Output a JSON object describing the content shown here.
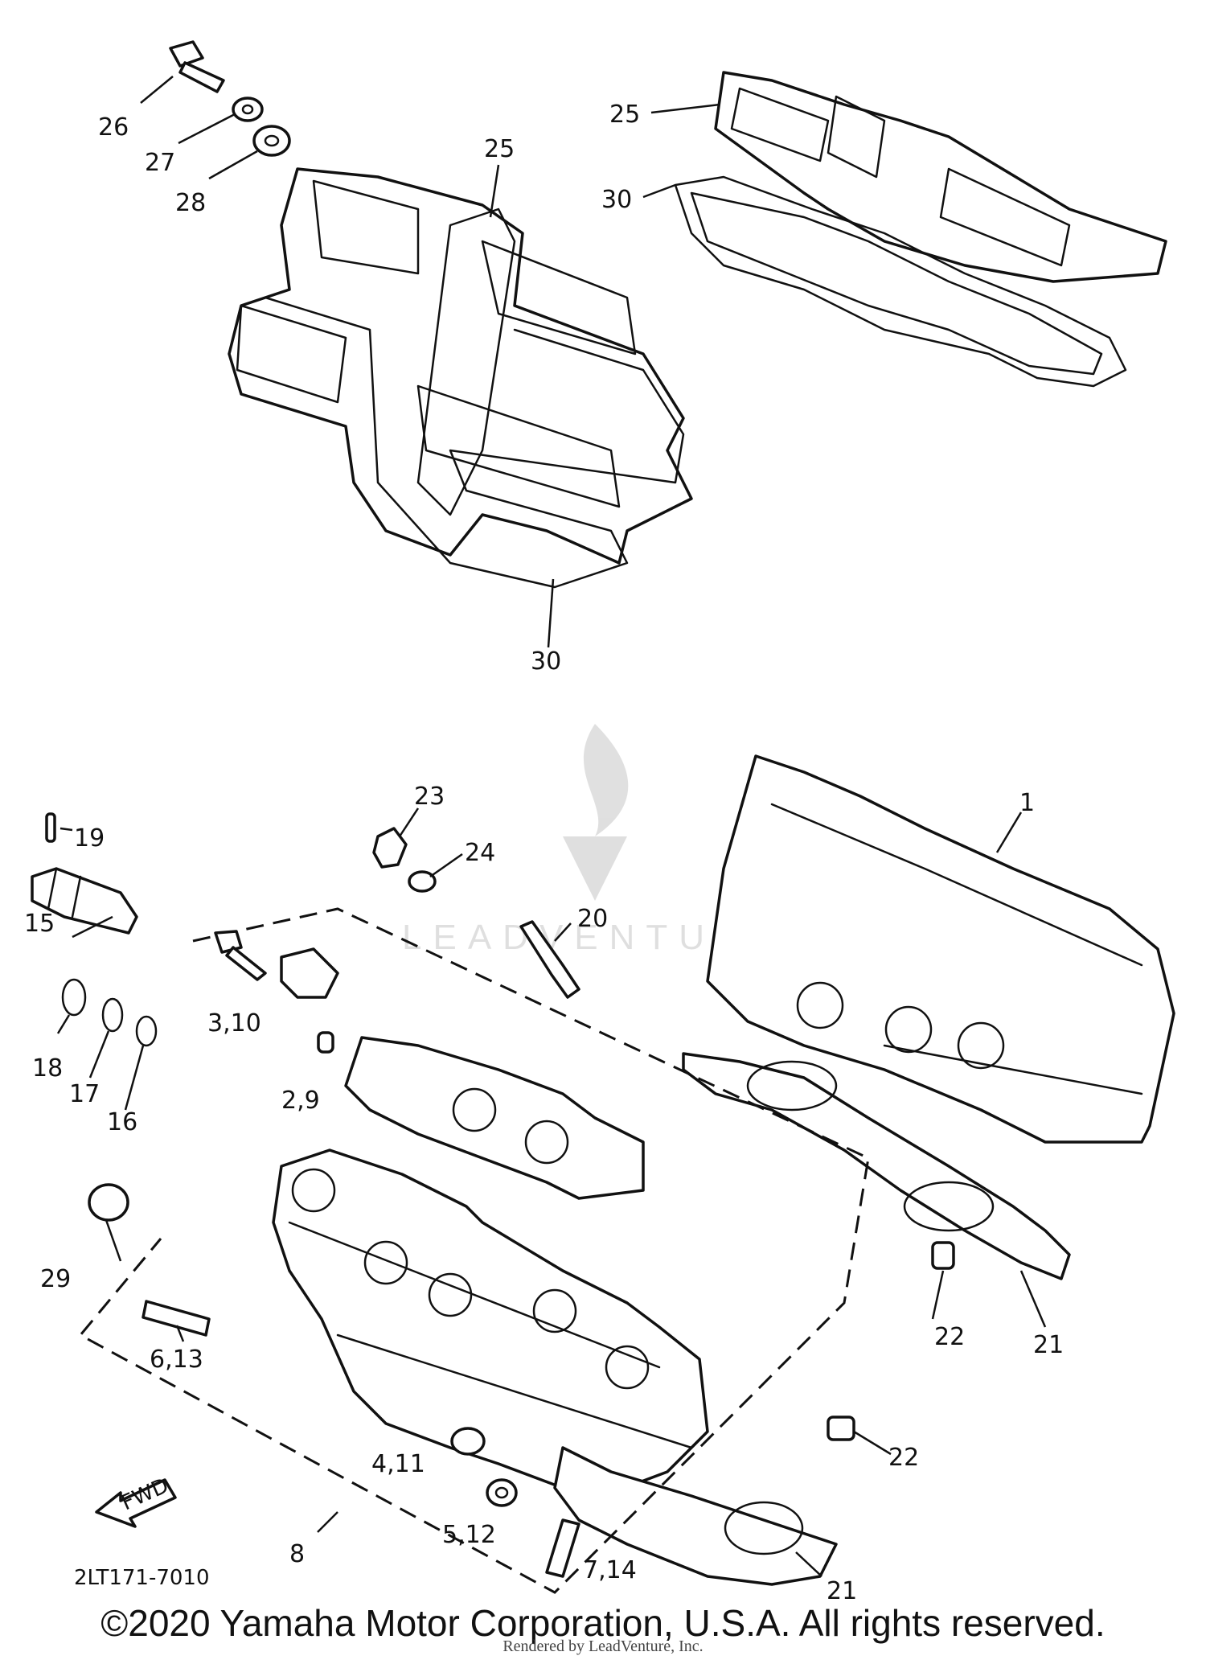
{
  "diagram_code": "2LT171-7010",
  "copyright": "©2020 Yamaha Motor Corporation, U.S.A. All rights reserved.",
  "rendered_by": "Rendered by LeadVenture, Inc.",
  "fwd_label": "FWD",
  "watermark_text": "LEADVENTURE",
  "callouts": {
    "c1": "1",
    "c2_9": "2,9",
    "c3_10": "3,10",
    "c4_11": "4,11",
    "c5_12": "5,12",
    "c6_13": "6,13",
    "c7_14": "7,14",
    "c8": "8",
    "c15": "15",
    "c16": "16",
    "c17": "17",
    "c18": "18",
    "c19": "19",
    "c20": "20",
    "c21a": "21",
    "c21b": "21",
    "c22a": "22",
    "c22b": "22",
    "c23": "23",
    "c24": "24",
    "c25a": "25",
    "c25b": "25",
    "c26": "26",
    "c27": "27",
    "c28": "28",
    "c29": "29",
    "c30a": "30",
    "c30b": "30"
  }
}
